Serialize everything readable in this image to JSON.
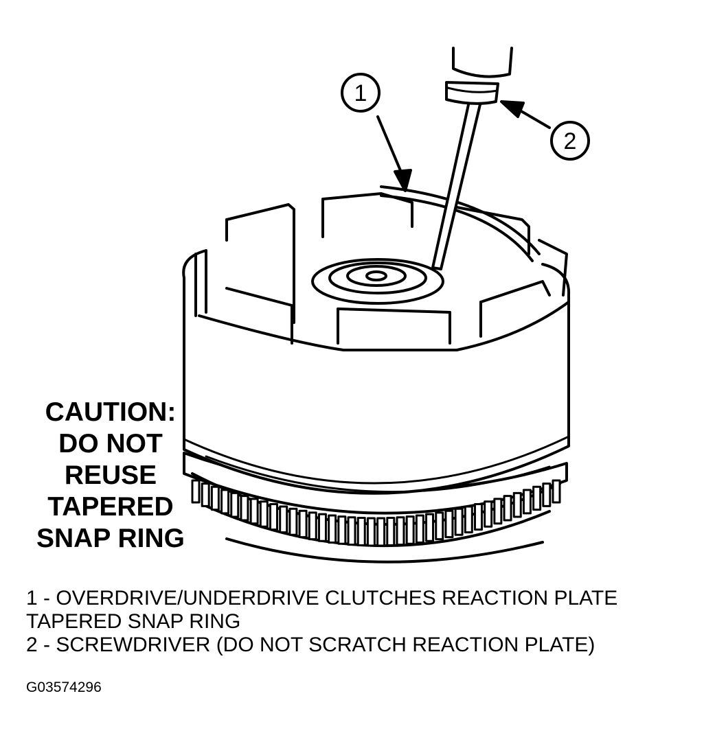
{
  "callouts": [
    {
      "number": "1"
    },
    {
      "number": "2"
    }
  ],
  "caution": {
    "lines": [
      "CAUTION:",
      "DO NOT",
      "REUSE",
      "TAPERED",
      "SNAP RING"
    ]
  },
  "legend": {
    "items": [
      {
        "lines": [
          "1 - OVERDRIVE/UNDERDRIVE CLUTCHES REACTION PLATE",
          "TAPERED SNAP RING"
        ]
      },
      {
        "lines": [
          "2 - SCREWDRIVER (DO NOT SCRATCH REACTION PLATE)"
        ]
      }
    ]
  },
  "figure_id": "G03574296"
}
